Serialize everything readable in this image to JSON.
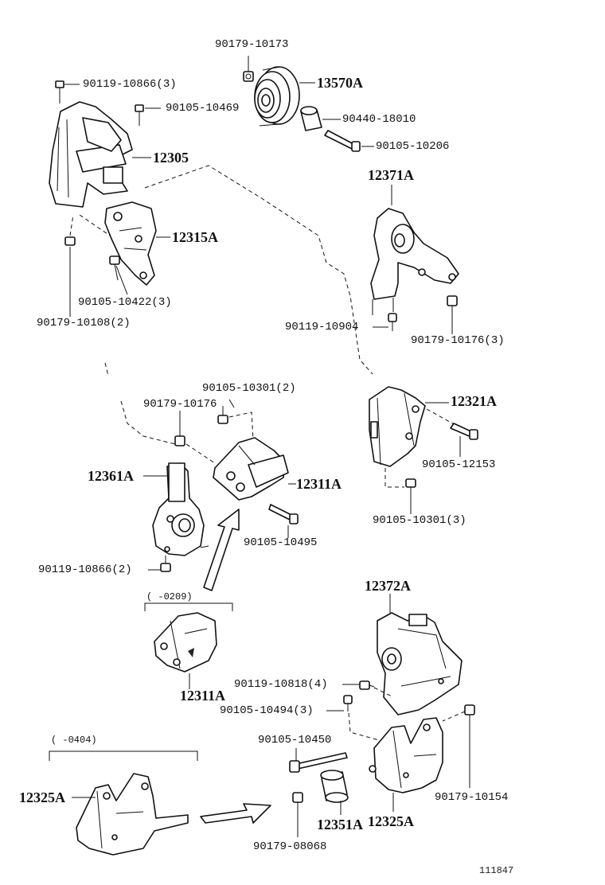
{
  "labels": {
    "p1": "90179-10173",
    "p2": "13570A",
    "p3": "90119-10866(3)",
    "p4": "90105-10469",
    "p5": "90440-18010",
    "p6": "90105-10206",
    "p7": "12305",
    "p8": "12371A",
    "p9": "12315A",
    "p10": "90105-10422(3)",
    "p11": "90179-10108(2)",
    "p12": "90119-10904",
    "p13": "90179-10176(3)",
    "p14": "90105-10301(2)",
    "p15": "90179-10176",
    "p16": "12321A",
    "p17": "12361A",
    "p18": "12311A",
    "p19": "90105-12153",
    "p20": "90105-10495",
    "p21": "90105-10301(3)",
    "p22": "90119-10866(2)",
    "p23": "12372A",
    "p24": "(     -0209)",
    "p25": "12311A",
    "p26": "90119-10818(4)",
    "p27": "90105-10494(3)",
    "p28": "(     -0404)",
    "p29": "90105-10450",
    "p30": "12325A",
    "p31": "90179-10154",
    "p32": "12351A",
    "p33": "12325A",
    "p34": "90179-08068",
    "p35": "111847"
  }
}
